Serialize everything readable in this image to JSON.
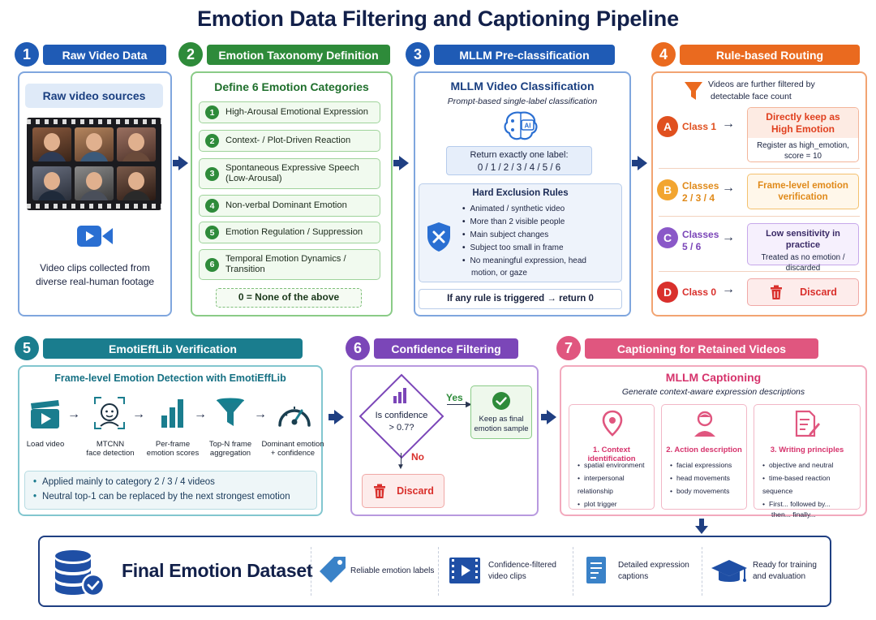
{
  "title": "Emotion Data Filtering and Captioning Pipeline",
  "steps": [
    {
      "num": "1",
      "label": "Raw Video Data"
    },
    {
      "num": "2",
      "label": "Emotion Taxonomy Definition"
    },
    {
      "num": "3",
      "label": "MLLM Pre-classification"
    },
    {
      "num": "4",
      "label": "Rule-based Routing"
    },
    {
      "num": "5",
      "label": "EmotiEffLib Verification"
    },
    {
      "num": "6",
      "label": "Confidence Filtering"
    },
    {
      "num": "7",
      "label": "Captioning for Retained Videos"
    }
  ],
  "colors": {
    "step1": "#1f5bb5",
    "step2": "#2e8b3a",
    "step3": "#1f5bb5",
    "step4": "#ea6a1f",
    "step5": "#1a7d8e",
    "step6": "#7b46b8",
    "step7": "#e0567f",
    "navy": "#1f3f82"
  },
  "p1": {
    "chip": "Raw video sources",
    "caption_line1": "Video clips collected from",
    "caption_line2": "diverse real-human footage",
    "icon": "video-camera-icon"
  },
  "p2": {
    "heading": "Define 6 Emotion Categories",
    "categories": [
      {
        "num": "1",
        "line1": "High-Arousal Emotional Expression",
        "line2": ""
      },
      {
        "num": "2",
        "line1": "Context- / Plot-Driven Reaction",
        "line2": ""
      },
      {
        "num": "3",
        "line1": "Spontaneous Expressive Speech",
        "line2": "(Low-Arousal)"
      },
      {
        "num": "4",
        "line1": "Non-verbal Dominant Emotion",
        "line2": ""
      },
      {
        "num": "5",
        "line1": "Emotion Regulation / Suppression",
        "line2": ""
      },
      {
        "num": "6",
        "line1": "Temporal Emotion Dynamics /",
        "line2": "Transition"
      }
    ],
    "none": "0 = None of the above"
  },
  "p3": {
    "heading": "MLLM Video Classification",
    "subheading": "Prompt-based single-label classification",
    "icon": "ai-brain-icon",
    "return_line1": "Return exactly one label:",
    "return_line2": "0 / 1 / 2 / 3 / 4 / 5 / 6",
    "rules_heading": "Hard Exclusion Rules",
    "rules": [
      "Animated / synthetic video",
      "More than 2 visible people",
      "Main subject changes",
      "Subject too small in frame",
      "No meaningful expression, head"
    ],
    "rules_cont": "motion, or gaze",
    "footer": "If any rule is triggered → return 0"
  },
  "p4": {
    "intro_line1": "Videos are further filtered by",
    "intro_line2": "detectable face count",
    "routes": [
      {
        "letter": "A",
        "label1": "Class 1",
        "label2": "",
        "box_line1": "Directly keep as",
        "box_line2": "High Emotion",
        "box_line3": "Register as high_emotion,",
        "box_line4": "score = 10"
      },
      {
        "letter": "B",
        "label1": "Classes",
        "label2": "2 / 3 / 4",
        "box_line1": "Frame-level emotion",
        "box_line2": "verification",
        "box_line3": "",
        "box_line4": ""
      },
      {
        "letter": "C",
        "label1": "Classes",
        "label2": "5 / 6",
        "box_line1": "Low sensitivity in practice",
        "box_line2": "",
        "box_line3": "Treated as no emotion /",
        "box_line4": "discarded"
      },
      {
        "letter": "D",
        "label1": "Class 0",
        "label2": "",
        "box_line1": "Discard",
        "box_line2": "",
        "box_line3": "",
        "box_line4": ""
      }
    ]
  },
  "p5": {
    "heading": "Frame-level Emotion Detection with EmotiEffLib",
    "steps": [
      {
        "line1": "Load video",
        "line2": ""
      },
      {
        "line1": "MTCNN",
        "line2": "face detection"
      },
      {
        "line1": "Per-frame",
        "line2": "emotion scores"
      },
      {
        "line1": "Top-N frame",
        "line2": "aggregation"
      },
      {
        "line1": "Dominant emotion",
        "line2": "+ confidence"
      }
    ],
    "notes": [
      "Applied mainly to category 2 / 3 / 4 videos",
      "Neutral top-1 can be replaced by the next strongest emotion"
    ]
  },
  "p6": {
    "question_line1": "Is confidence",
    "question_line2": "> 0.7?",
    "yes": "Yes",
    "no": "No",
    "keep_line1": "Keep as final",
    "keep_line2": "emotion sample",
    "discard": "Discard"
  },
  "p7": {
    "heading": "MLLM Captioning",
    "subheading": "Generate context-aware expression descriptions",
    "columns": [
      {
        "title": "1. Context identification",
        "icon": "location-pin-icon",
        "items": [
          "spatial environment",
          "interpersonal relationship",
          "plot trigger"
        ]
      },
      {
        "title": "2. Action description",
        "icon": "person-icon",
        "items": [
          "facial expressions",
          "head movements",
          "body movements"
        ]
      },
      {
        "title": "3. Writing principles",
        "icon": "document-pen-icon",
        "items": [
          "objective and neutral",
          "time-based reaction sequence",
          "First... followed by...",
          "then... finally..."
        ]
      }
    ]
  },
  "final": {
    "title": "Final Emotion Dataset",
    "items": [
      {
        "icon": "tag-icon",
        "line1": "Reliable emotion labels",
        "line2": ""
      },
      {
        "icon": "video-clip-icon",
        "line1": "Confidence-filtered",
        "line2": "video clips"
      },
      {
        "icon": "caption-doc-icon",
        "line1": "Detailed expression",
        "line2": "captions"
      },
      {
        "icon": "graduation-cap-icon",
        "line1": "Ready for training",
        "line2": "and evaluation"
      }
    ]
  }
}
